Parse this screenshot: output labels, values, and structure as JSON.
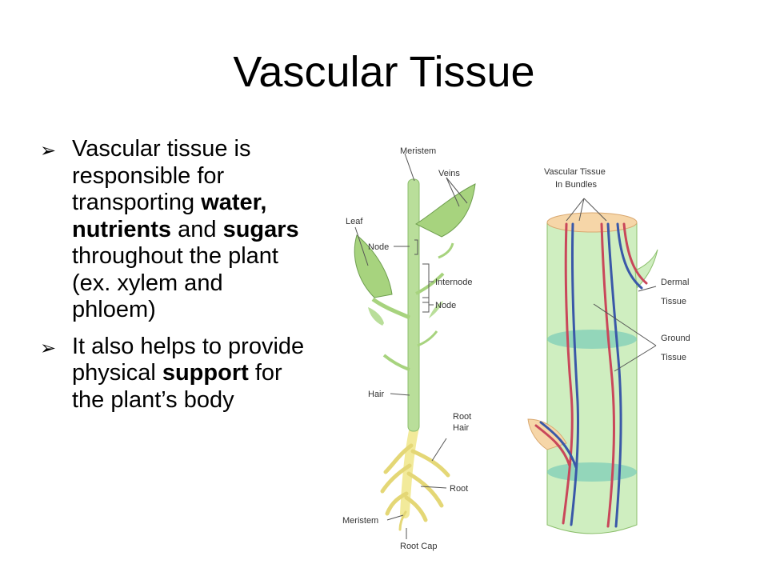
{
  "slide": {
    "title": "Vascular Tissue"
  },
  "bullets": [
    {
      "marker": "➢",
      "segments": [
        {
          "text": "Vascular tissue is responsible for transporting ",
          "bold": false
        },
        {
          "text": "water, nutrients",
          "bold": true
        },
        {
          "text": " and ",
          "bold": false
        },
        {
          "text": "sugars",
          "bold": true
        },
        {
          "text": " throughout the plant (ex. xylem and phloem)",
          "bold": false
        }
      ]
    },
    {
      "marker": "➢",
      "segments": [
        {
          "text": "It also helps to provide physical ",
          "bold": false
        },
        {
          "text": "support",
          "bold": true
        },
        {
          "text": " for the plant’s body",
          "bold": false
        }
      ]
    }
  ],
  "diagram": {
    "plant_labels": {
      "meristem_top": "Meristem",
      "veins": "Veins",
      "leaf": "Leaf",
      "node_upper": "Node",
      "internode": "Internode",
      "node_lower": "Node",
      "hair": "Hair",
      "root_hair_1": "Root",
      "root_hair_2": "Hair",
      "root": "Root",
      "meristem_bottom": "Meristem",
      "root_cap": "Root Cap"
    },
    "stem_labels": {
      "vascular_1": "Vascular Tissue",
      "vascular_2": "In Bundles",
      "dermal_1": "Dermal",
      "dermal_2": "Tissue",
      "ground_1": "Ground",
      "ground_2": "Tissue"
    },
    "colors": {
      "stem_green": "#b9de9a",
      "leaf_green": "#a7d37e",
      "root_yellow": "#f2ea9a",
      "xylem_red": "#c9475a",
      "phloem_blue": "#3a58a8",
      "ground_teal": "#7fcdb8",
      "cylinder_green": "#cfeec0"
    }
  }
}
